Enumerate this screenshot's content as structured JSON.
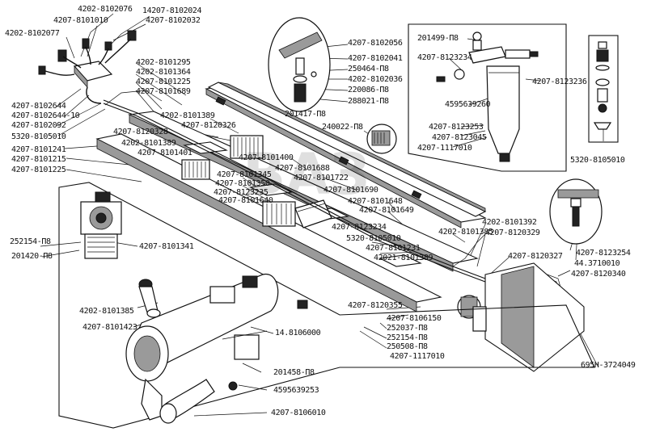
{
  "labels": {
    "l01": "4202-8102076",
    "l02": "4207-8101010",
    "l03": "14207-8102024",
    "l04": "4207-8102032",
    "l05": "4202-8102077",
    "l06": "4202-8101295",
    "l07": "4202-8101364",
    "l08": "4207-8101225",
    "l09": "4207-8101689",
    "l10": "4207-8102644",
    "l11": "4207-8102644-10",
    "l12": "4207-8102092",
    "l13": "5320-8105010",
    "l14": "4207-8101241",
    "l15": "4207-8101215",
    "l16": "4207-8101225",
    "l17": "4202-8101389",
    "l18": "4207-8120326",
    "l19": "4207-8120328",
    "l20": "4202-8101389",
    "l21": "4207-8101401",
    "l22": "4207-8101400",
    "l23": "4207-8101688",
    "l24": "4207-8101345",
    "l25": "4207-8101350",
    "l26": "4207-8123235",
    "l27": "4207-8101640",
    "l28": "4207-8101722",
    "l29": "4207-8101690",
    "l30": "4207-8102056",
    "l31": "4207-8102041",
    "l32": "250464-П8",
    "l33": "4202-8102036",
    "l34": "220086-П8",
    "l35": "288021-П8",
    "l36": "201417-П8",
    "l37": "240022-П8",
    "l38": "201499-П8",
    "l39": "4207-8123234",
    "l40": "4207-8123236",
    "l41": "4595639260",
    "l42": "4207-8123253",
    "l43": "4207-8123045",
    "l44": "4207-1117010",
    "l45": "5320-8105010",
    "l46": "4207-8101648",
    "l47": "4207-8101649",
    "l48": "4207-8123234",
    "l49": "5320-8105010",
    "l50": "4207-8101231",
    "l51": "42021-8101389",
    "l52": "4202-8101385",
    "l53": "4202-8101392",
    "l54": "4207-8120329",
    "l55": "4207-8120327",
    "l56": "4207-8123254",
    "l57": "44.3710010",
    "l58": "4207-8120340",
    "l59": "252154-П8",
    "l60": "201420-П8",
    "l61": "4207-8101341",
    "l62": "4202-8101385",
    "l63": "4207-8101423",
    "l64": "14.8106000",
    "l65": "201458-П8",
    "l66": "4595639253",
    "l67": "4207-8106010",
    "l68": "4207-8120355",
    "l69": "4207-8106150",
    "l70": "252037-П8",
    "l71": "252154-П8",
    "l72": "250508-П8",
    "l73": "4207-1117010",
    "l74": "695Н-3724049"
  }
}
